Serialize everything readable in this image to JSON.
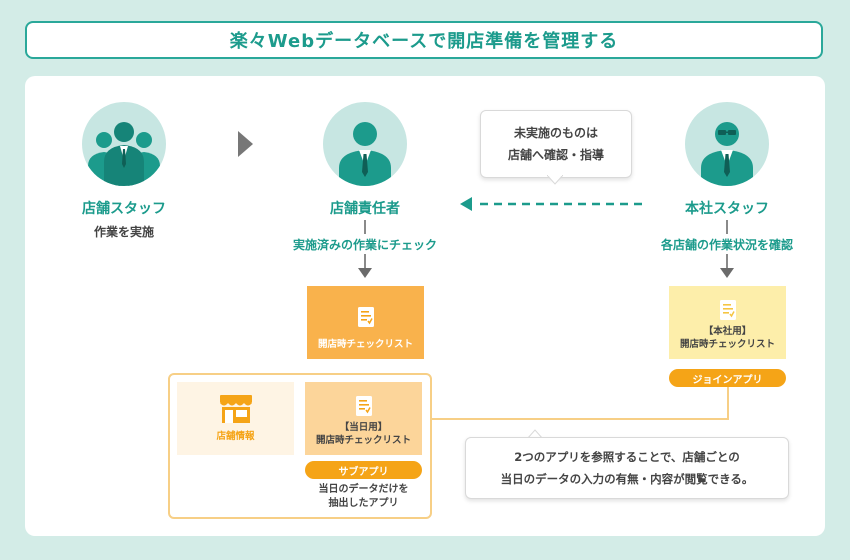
{
  "title": "楽々Webデータベースで開店準備を管理する",
  "actors": {
    "store_staff": {
      "role": "店舗スタッフ",
      "action": "作業を実施"
    },
    "store_manager": {
      "role": "店舗責任者",
      "action": "実施済みの作業にチェック"
    },
    "hq_staff": {
      "role": "本社スタッフ",
      "action": "各店舗の作業状況を確認"
    }
  },
  "callout_top": {
    "line1": "未実施のものは",
    "line2": "店舗へ確認・指導"
  },
  "cards": {
    "checklist_main": {
      "line1": "開店時チェックリスト"
    },
    "checklist_hq": {
      "line1": "【本社用】",
      "line2": "開店時チェックリスト"
    },
    "store_info": {
      "line1": "店舗情報"
    },
    "checklist_day": {
      "line1": "【当日用】",
      "line2": "開店時チェックリスト"
    }
  },
  "badges": {
    "join_app": "ジョインアプリ",
    "sub_app": "サブアプリ"
  },
  "sub_app_note": {
    "line1": "当日のデータだけを",
    "line2": "抽出したアプリ"
  },
  "callout_bottom": {
    "line1": "2つのアプリを参照することで、店舗ごとの",
    "line2": "当日のデータの入力の有無・内容が閲覧できる。"
  },
  "colors": {
    "teal": "#1c9b8c",
    "orange": "#f5a417",
    "orange_card": "#f9b24c",
    "light_orange_card": "#fcd59a",
    "yellow_card": "#fdeeaa",
    "background": "#d3ece7"
  }
}
